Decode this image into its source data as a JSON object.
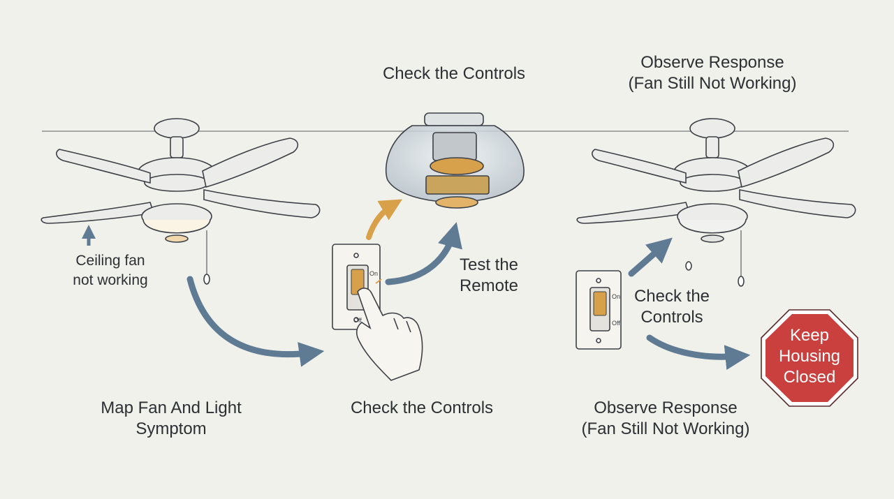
{
  "labels": {
    "top_center": "Check the Controls",
    "top_right_line1": "Observe Response",
    "top_right_line2": "(Fan Still Not Working)",
    "fan_note_line1": "Ceiling fan",
    "fan_note_line2": "not working",
    "remote_line1": "Test the",
    "remote_line2": "Remote",
    "controls_right_line1": "Check the",
    "controls_right_line2": "Controls",
    "bottom_left_line1": "Map Fan And Light",
    "bottom_left_line2": "Symptom",
    "bottom_center": "Check the Controls",
    "bottom_right_line1": "Observe Response",
    "bottom_right_line2": "(Fan Still Not Working)",
    "switch_on": "On",
    "switch_off": "Off"
  },
  "stop_sign": {
    "line1": "Keep",
    "line2": "Housing",
    "line3": "Closed",
    "color": "#c9403e"
  },
  "colors": {
    "arrow_blue": "#5f7a93",
    "arrow_orange": "#d9a04a",
    "fixture_accent": "#d7a04b",
    "line": "#3c4046"
  },
  "icons": [
    "ceiling-fan-icon",
    "light-housing-icon",
    "wall-switch-icon",
    "hand-pointer-icon",
    "stop-sign-icon",
    "arrow-icon"
  ]
}
